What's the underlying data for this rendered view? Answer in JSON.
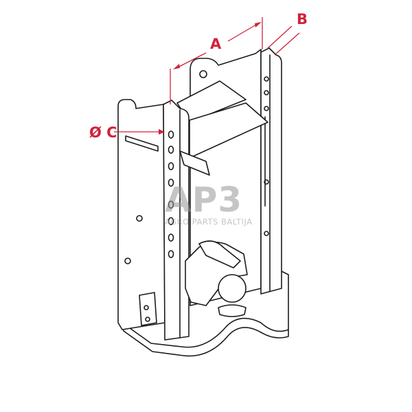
{
  "labels": {
    "a": "A",
    "b": "B",
    "c": "Ø C"
  },
  "watermark": {
    "logo": "AP3",
    "text": "AGRO PARTS BALTIJA"
  },
  "colors": {
    "dimension": "#d0223a",
    "line": "#1a1a1a",
    "watermark": "#969696"
  }
}
